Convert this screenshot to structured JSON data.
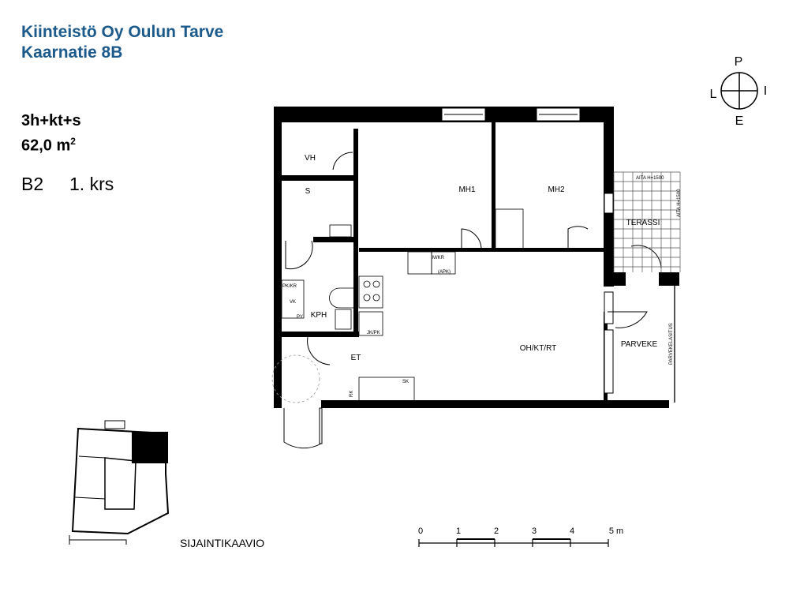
{
  "header": {
    "title": "Kiinteistö Oy Oulun Tarve",
    "address": "Kaarnatie 8B"
  },
  "apartment": {
    "type": "3h+kt+s",
    "area": "62,0 m",
    "area_sup": "2",
    "id": "B2",
    "floor": "1. krs"
  },
  "compass": {
    "north": "P",
    "east": "I",
    "south": "E",
    "west": "L"
  },
  "rooms": {
    "vh": "VH",
    "s": "S",
    "mh1": "MH1",
    "mh2": "MH2",
    "kph": "KPH",
    "et": "ET",
    "oh": "OH/KT/RT",
    "terassi": "TERASSI",
    "parveke": "PARVEKE"
  },
  "fixtures": {
    "mkr": "M/KR",
    "apk": "(APK)",
    "jkpk": "JK/PK",
    "pkkr": "PK/KR",
    "vk": "VK",
    "py": "PY",
    "rk": "RK",
    "sk": "SK",
    "aita1": "AITA H=1500",
    "aita2": "AITA H=1500",
    "lasitus": "PARVEKELASITUS"
  },
  "site_plan": {
    "label": "SIJAINTIKAAVIO"
  },
  "scale": {
    "ticks": [
      "0",
      "1",
      "2",
      "3",
      "4",
      "5 m"
    ]
  }
}
